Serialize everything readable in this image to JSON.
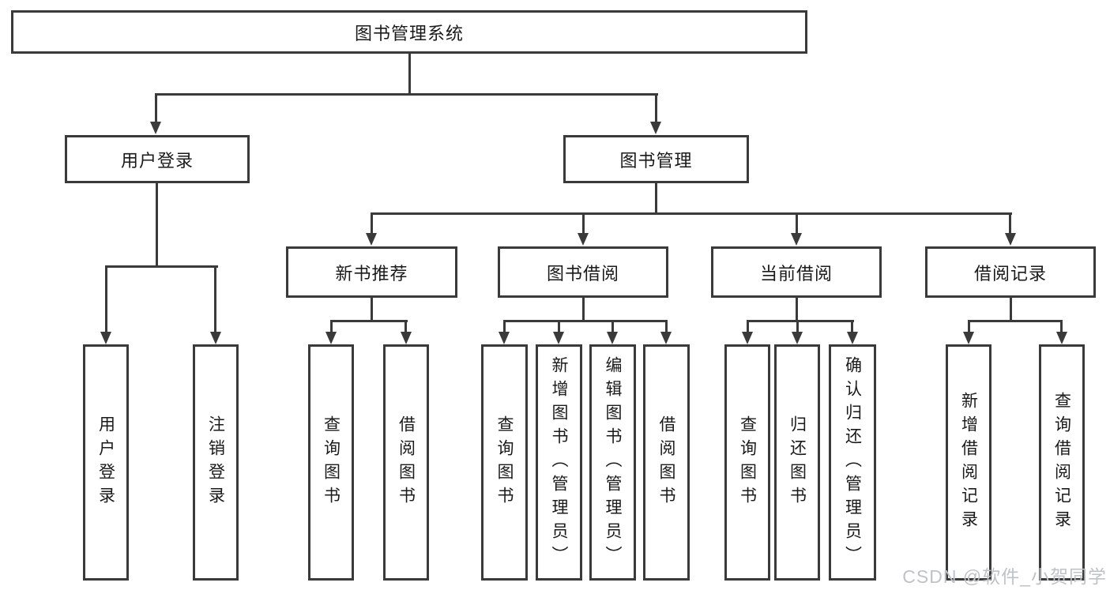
{
  "diagram": {
    "type": "hierarchy-tree",
    "root": {
      "label": "图书管理系统"
    },
    "level2": [
      {
        "label": "用户登录"
      },
      {
        "label": "图书管理"
      }
    ],
    "level3": [
      {
        "label": "新书推荐"
      },
      {
        "label": "图书借阅"
      },
      {
        "label": "当前借阅"
      },
      {
        "label": "借阅记录"
      }
    ],
    "leaves": {
      "user_login": [
        "用户登录",
        "注销登录"
      ],
      "new_book": [
        "查询图书",
        "借阅图书"
      ],
      "book_borrow": [
        "查询图书",
        "新增图书（管理员）",
        "编辑图书（管理员）",
        "借阅图书"
      ],
      "current_borrow": [
        "查询图书",
        "归还图书",
        "确认归还（管理员）"
      ],
      "borrow_records": [
        "新增借阅记录",
        "查询借阅记录"
      ]
    }
  },
  "watermark": {
    "text": "CSDN @软件_小贺同学"
  },
  "colors": {
    "line": "#3a3a3a",
    "box_fill": "#ffffff",
    "text": "#1a1a1a",
    "watermark": "#bfc2c6",
    "background": "#ffffff"
  }
}
